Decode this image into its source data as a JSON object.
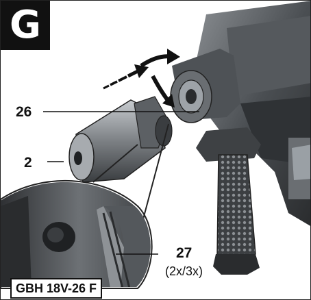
{
  "figure_letter": "G",
  "callouts": {
    "part_26": "26",
    "part_2": "2",
    "part_27": "27",
    "part_27_sub": "(2x/3x)"
  },
  "model": "GBH 18V-26 F",
  "colors": {
    "tool_dark": "#3a3d40",
    "tool_mid": "#6b6f73",
    "tool_light": "#b8bcc0",
    "arrow": "#111111"
  },
  "icons": [
    "rotate-arrow-icon",
    "insert-arrow-icon"
  ]
}
